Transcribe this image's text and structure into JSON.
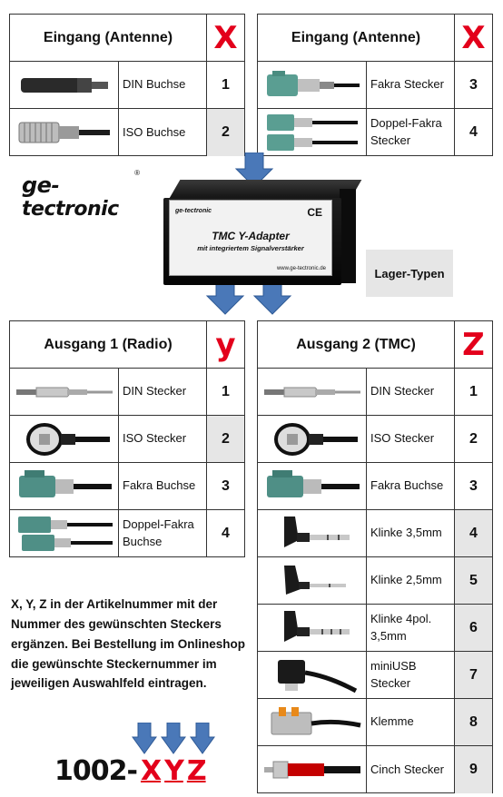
{
  "input_left": {
    "title": "Eingang (Antenne)",
    "letter": "X",
    "rows": [
      {
        "label": "DIN Buchse",
        "num": "1",
        "icon": "din-buchse-icon"
      },
      {
        "label": "ISO Buchse",
        "num": "2",
        "icon": "iso-buchse-icon",
        "highlight": true
      }
    ]
  },
  "input_right": {
    "title": "Eingang (Antenne)",
    "letter": "X",
    "rows": [
      {
        "label": "Fakra Stecker",
        "num": "3",
        "icon": "fakra-stecker-icon"
      },
      {
        "label": "Doppel-Fakra Stecker",
        "num": "4",
        "icon": "doppel-fakra-stecker-icon"
      }
    ]
  },
  "logo": {
    "text_ge": "ge",
    "text_rest": "-tectronic",
    "reg": "®"
  },
  "adapter": {
    "logo": "ge-tectronic",
    "ce": "CE",
    "title": "TMC Y-Adapter",
    "subtitle": "mit integriertem Signalverstärker",
    "web": "www.ge-tectronic.de"
  },
  "lager": "Lager-Typen",
  "output1": {
    "title": "Ausgang 1 (Radio)",
    "letter": "y",
    "rows": [
      {
        "label": "DIN Stecker",
        "num": "1",
        "icon": "din-stecker-icon"
      },
      {
        "label": "ISO Stecker",
        "num": "2",
        "icon": "iso-stecker-icon",
        "highlight": true
      },
      {
        "label": "Fakra Buchse",
        "num": "3",
        "icon": "fakra-buchse-icon"
      },
      {
        "label": "Doppel-Fakra Buchse",
        "num": "4",
        "icon": "doppel-fakra-buchse-icon"
      }
    ]
  },
  "output2": {
    "title": "Ausgang 2 (TMC)",
    "letter": "Z",
    "rows": [
      {
        "label": "DIN Stecker",
        "num": "1",
        "icon": "din-stecker-icon"
      },
      {
        "label": "ISO Stecker",
        "num": "2",
        "icon": "iso-stecker-icon"
      },
      {
        "label": "Fakra Buchse",
        "num": "3",
        "icon": "fakra-buchse-icon"
      },
      {
        "label": "Klinke 3,5mm",
        "num": "4",
        "icon": "klinke-icon",
        "highlight": true
      },
      {
        "label": "Klinke 2,5mm",
        "num": "5",
        "icon": "klinke-icon",
        "highlight": true
      },
      {
        "label": "Klinke 4pol. 3,5mm",
        "num": "6",
        "icon": "klinke-4pol-icon",
        "highlight": true
      },
      {
        "label": "miniUSB Stecker",
        "num": "7",
        "icon": "mini-usb-icon",
        "highlight": true
      },
      {
        "label": "Klemme",
        "num": "8",
        "icon": "klemme-icon",
        "highlight": true
      },
      {
        "label": "Cinch Stecker",
        "num": "9",
        "icon": "cinch-stecker-icon",
        "highlight": true
      }
    ]
  },
  "info_text": "X, Y, Z in der Artikelnummer mit der Nummer des gewünschten Steckers ergänzen. Bei Bestellung im Onlineshop die gewünschte Steckernummer im jeweiligen Auswahlfeld eintragen.",
  "article_code": {
    "prefix": "1002-",
    "x": "X",
    "y": "Y",
    "z": "Z"
  },
  "colors": {
    "accent_red": "#e3001b",
    "arrow_blue": "#4a78b8",
    "grey_cell": "#e6e6e6"
  }
}
